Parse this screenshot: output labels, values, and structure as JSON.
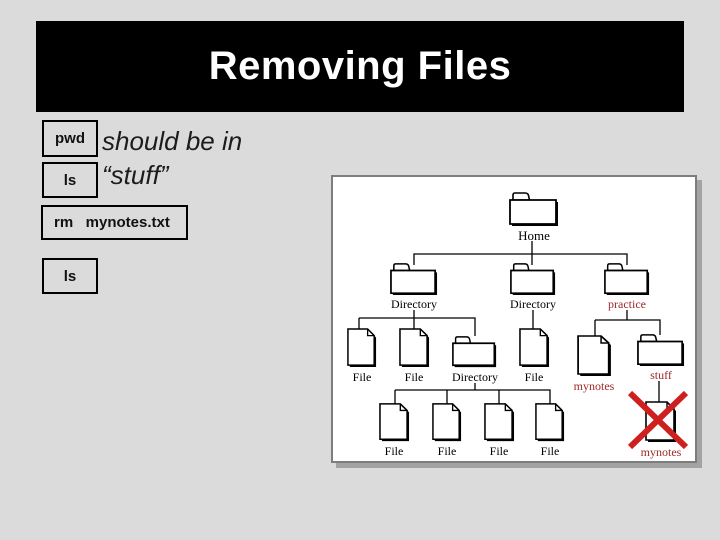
{
  "slide": {
    "title": "Removing Files",
    "background_color": "#dbdbdb",
    "banner_color": "#000000",
    "title_color": "#ffffff"
  },
  "commands": [
    {
      "label": "pwd"
    },
    {
      "label": "ls"
    },
    {
      "label": "rm   mynotes.txt"
    },
    {
      "label": "ls"
    }
  ],
  "annotation": {
    "line1": "should be in",
    "line2": "“stuff”"
  },
  "diagram": {
    "labels": {
      "home": "Home",
      "directory1": "Directory",
      "directory2": "Directory",
      "practice": "practice",
      "file1": "File",
      "file2": "File",
      "directory3": "Directory",
      "file3": "File",
      "mynotes1": "mynotes",
      "stuff": "stuff",
      "file4": "File",
      "file5": "File",
      "file6": "File",
      "file7": "File",
      "mynotes2": "mynotes"
    },
    "colors": {
      "highlight_label": "#9e2828",
      "delete_cross": "#cf2020"
    }
  }
}
